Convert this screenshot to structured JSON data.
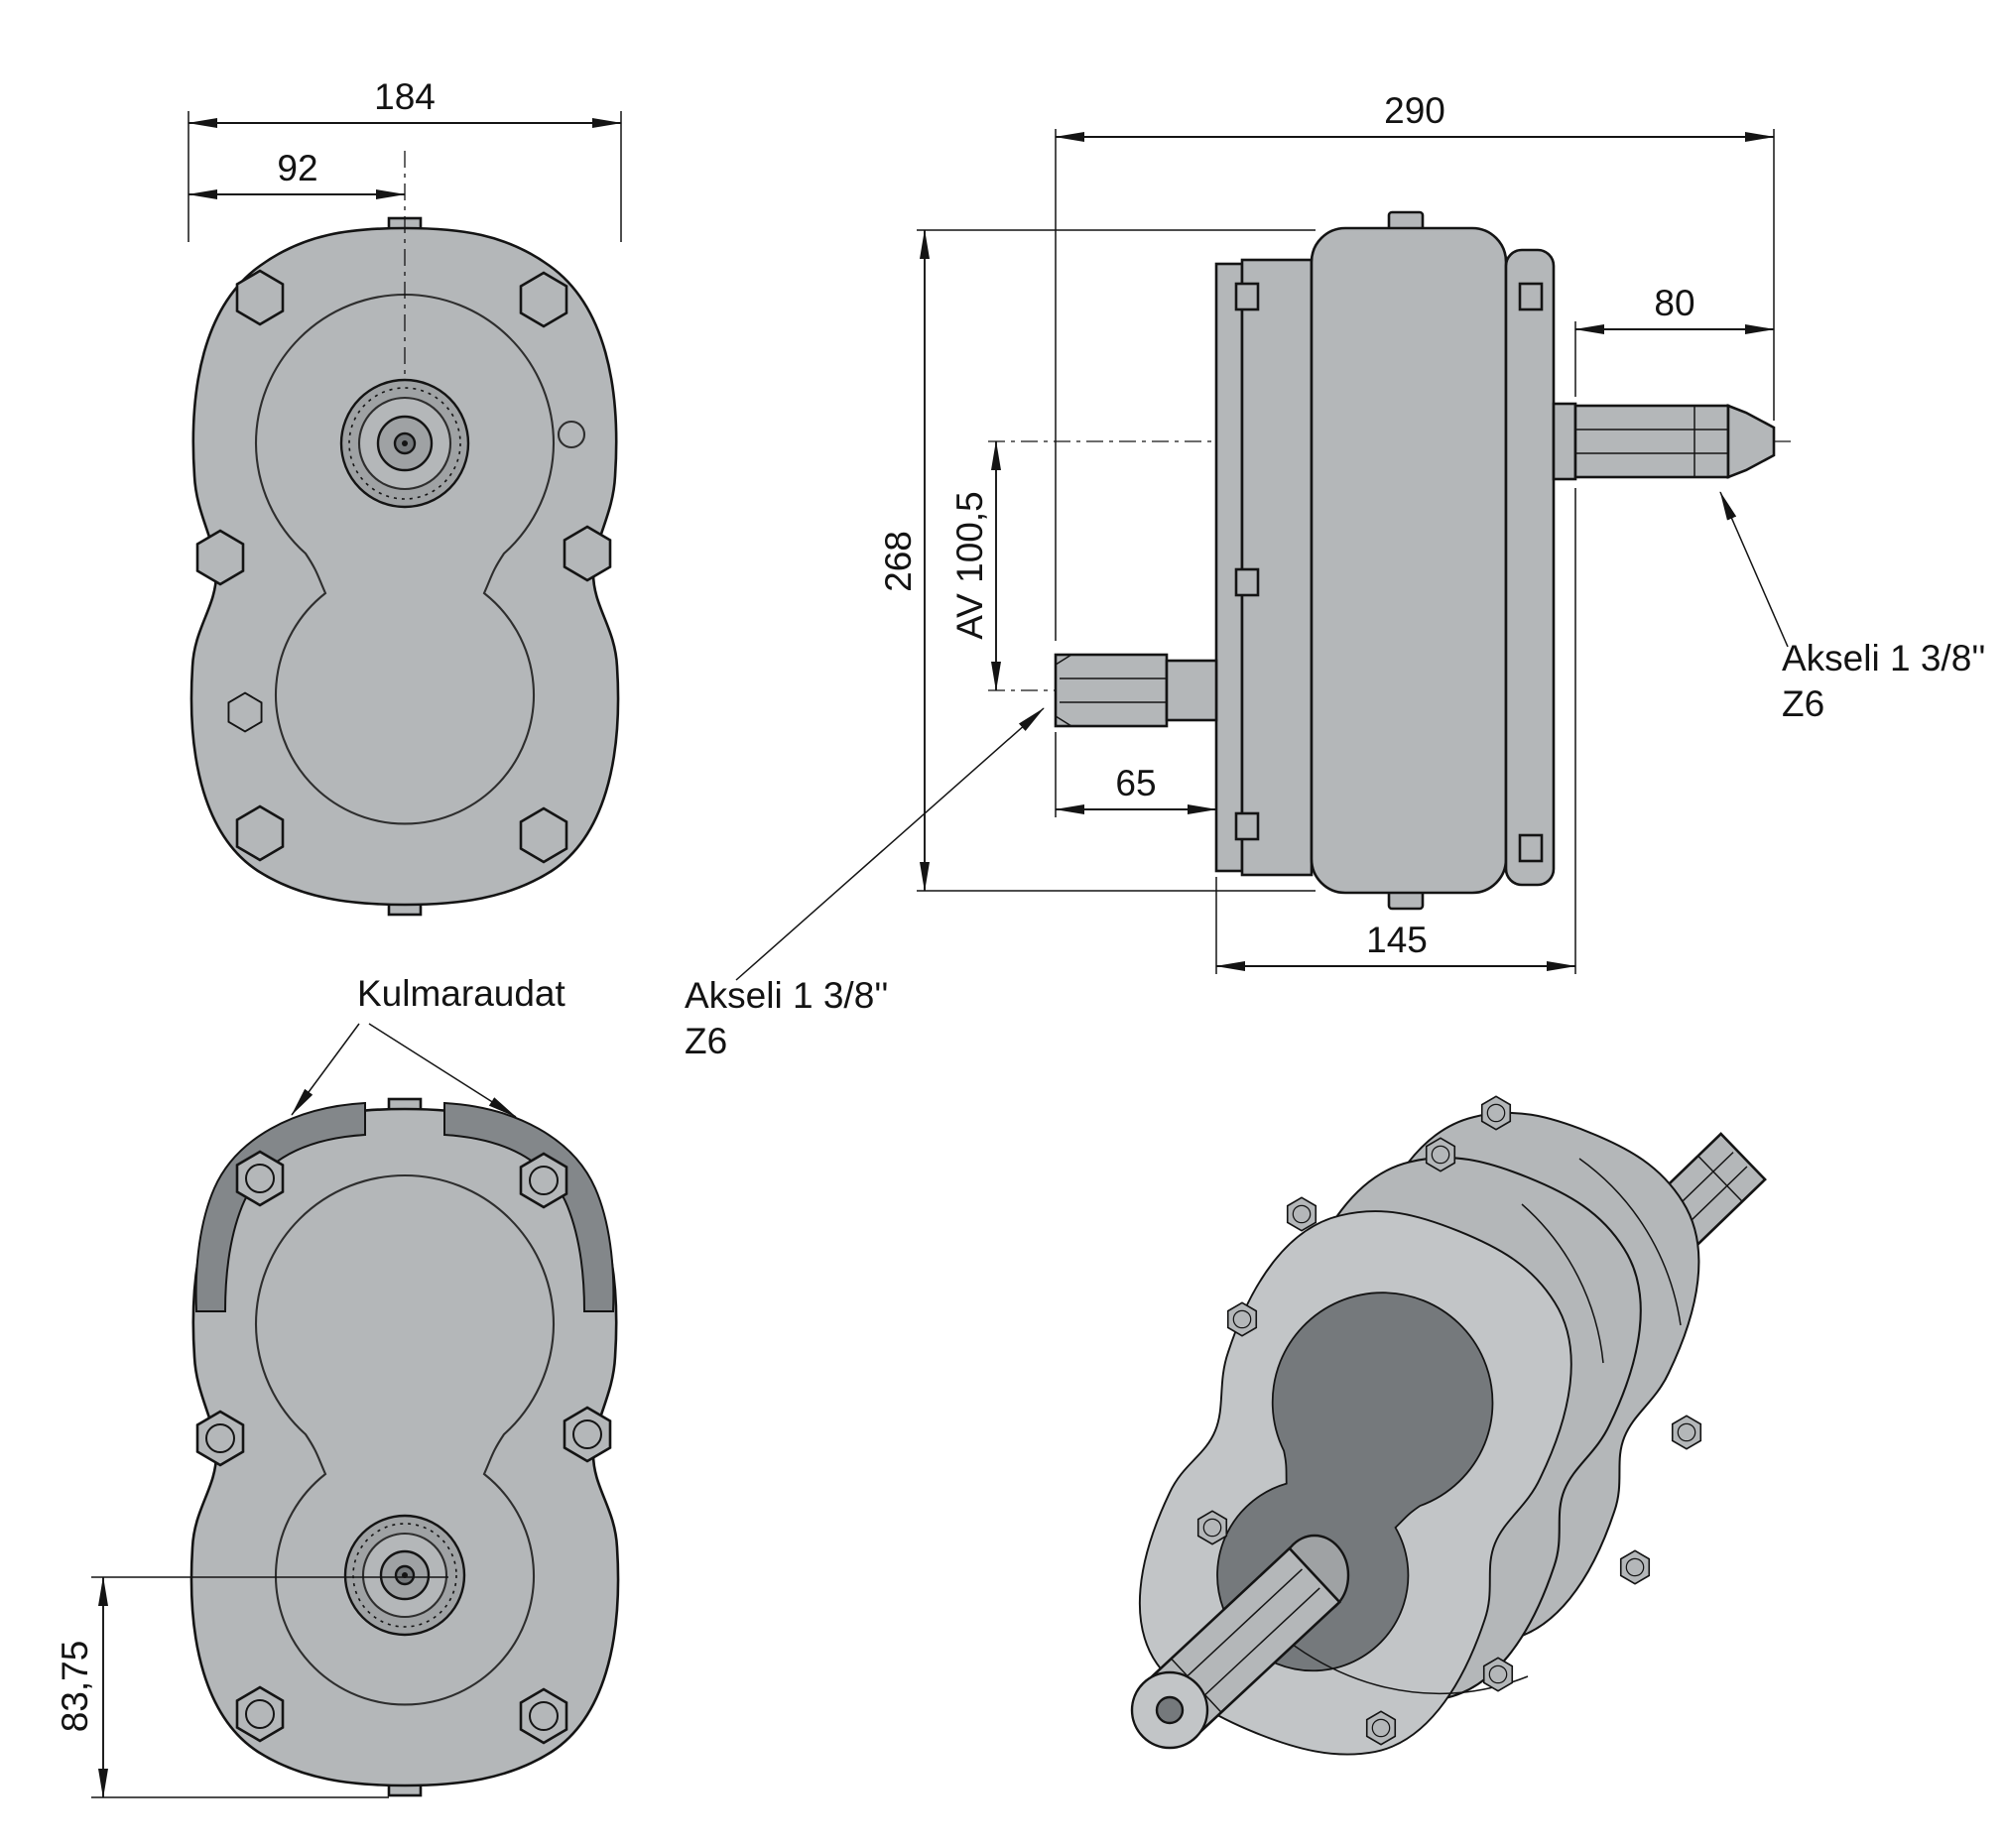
{
  "views": {
    "front": {
      "dim_width": "184",
      "dim_half_width": "92"
    },
    "side": {
      "dim_length": "290",
      "dim_height": "268",
      "dim_axle_offset": "AV 100,5",
      "dim_output_shaft": "80",
      "dim_input_shaft": "65",
      "dim_body_depth": "145",
      "label_output_line1": "Akseli 1 3/8''",
      "label_output_line2": "Z6",
      "label_input_line1": "Akseli 1 3/8''",
      "label_input_line2": "Z6"
    },
    "bottom": {
      "label_brackets": "Kulmaraudat",
      "dim_hub_offset": "83,75"
    }
  }
}
